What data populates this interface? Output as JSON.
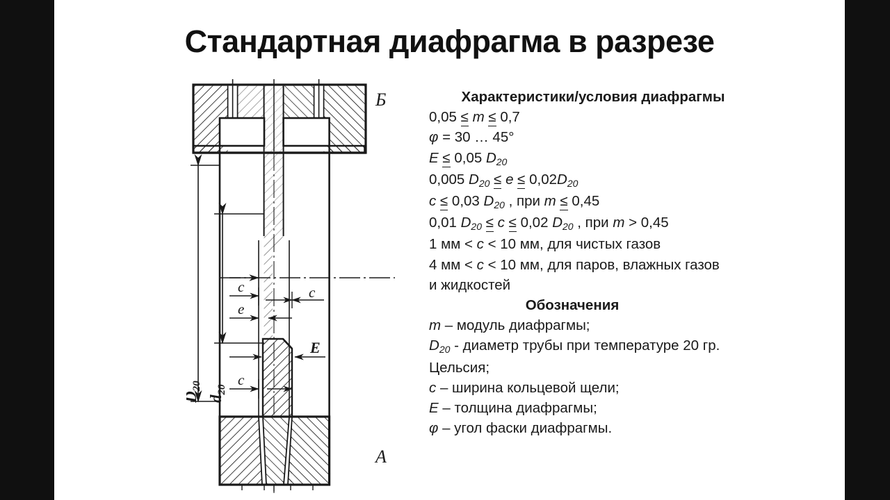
{
  "slide": {
    "title": "Стандартная диафрагма в разрезе",
    "background_color": "#ffffff",
    "letterbox_color": "#101010",
    "text_color": "#1a1a1a"
  },
  "conditions": {
    "heading": "Характеристики/условия диафрагмы",
    "lines": [
      {
        "id": "m-range",
        "text": "0,05 ≤ m ≤ 0,7"
      },
      {
        "id": "phi-range",
        "text": "φ = 30 … 45°"
      },
      {
        "id": "E-limit",
        "text": "E ≤ 0,05 D20"
      },
      {
        "id": "e-range",
        "text": "0,005 D20 ≤ e ≤ 0,02D20"
      },
      {
        "id": "c-limit-low",
        "text": "c ≤ 0,03 D20 , при m ≤ 0,45"
      },
      {
        "id": "c-range-high",
        "text": "0,01 D20 ≤ c ≤ 0,02 D20 , при m > 0,45"
      },
      {
        "id": "c-clean-gas",
        "text": "1 мм < c < 10 мм, для чистых газов"
      },
      {
        "id": "c-wet-gas",
        "text": "4 мм < c < 10 мм, для паров, влажных газов"
      },
      {
        "id": "c-wet-gas-2",
        "text": "и жидкостей"
      }
    ]
  },
  "notation": {
    "heading": "Обозначения",
    "items": [
      {
        "id": "m",
        "text": "m – модуль диафрагмы;"
      },
      {
        "id": "D20",
        "text": "D20 - диаметр трубы при температуре 20 гр."
      },
      {
        "id": "D20-cont",
        "text": "Цельсия;"
      },
      {
        "id": "c",
        "text": "c – ширина кольцевой щели;"
      },
      {
        "id": "E",
        "text": "E – толщина диафрагмы;"
      },
      {
        "id": "phi",
        "text": "φ – угол фаски диафрагмы."
      }
    ]
  },
  "drawing": {
    "caption_top": "Б",
    "caption_bottom": "А",
    "dimension_outer": "D20",
    "dimension_inner": "d20",
    "callouts": [
      {
        "id": "c-upper-left",
        "label": "c"
      },
      {
        "id": "c-upper-right",
        "label": "c"
      },
      {
        "id": "e",
        "label": "e"
      },
      {
        "id": "E",
        "label": "E"
      },
      {
        "id": "c-lower",
        "label": "c"
      }
    ]
  }
}
